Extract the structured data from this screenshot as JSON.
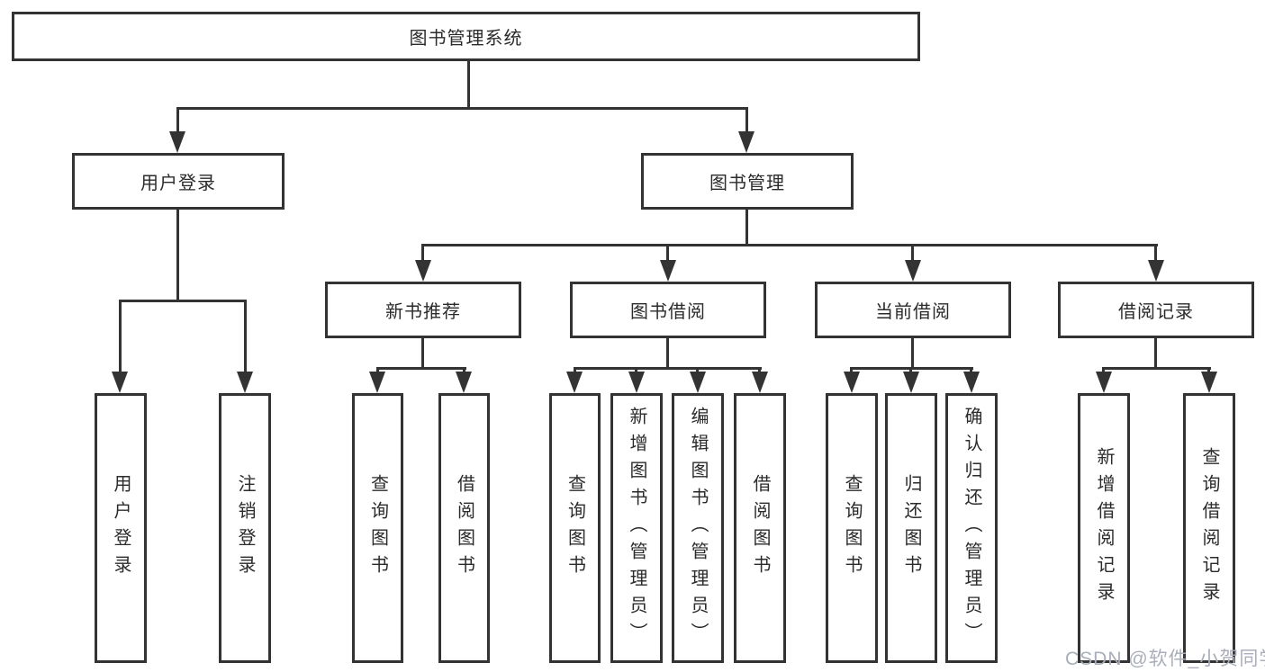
{
  "root": {
    "label": "图书管理系统"
  },
  "level2": [
    {
      "label": "用户登录"
    },
    {
      "label": "图书管理"
    }
  ],
  "level3": [
    {
      "label": "新书推荐"
    },
    {
      "label": "图书借阅"
    },
    {
      "label": "当前借阅"
    },
    {
      "label": "借阅记录"
    }
  ],
  "leaves": {
    "user_login": [
      "用户登录",
      "注销登录"
    ],
    "new_book": [
      "查询图书",
      "借阅图书"
    ],
    "book_borrow": [
      "查询图书",
      "新增图书（管理员）",
      "编辑图书（管理员）",
      "借阅图书"
    ],
    "current_borrow": [
      "查询图书",
      "归还图书",
      "确认归还（管理员）"
    ],
    "borrow_record": [
      "新增借阅记录",
      "查询借阅记录"
    ]
  },
  "watermark": "CSDN @软件_小贺同学",
  "colors": {
    "line": "#333333",
    "text": "#2b2b2b",
    "box_background": "#ffffff",
    "watermark": "#a9aeba"
  }
}
